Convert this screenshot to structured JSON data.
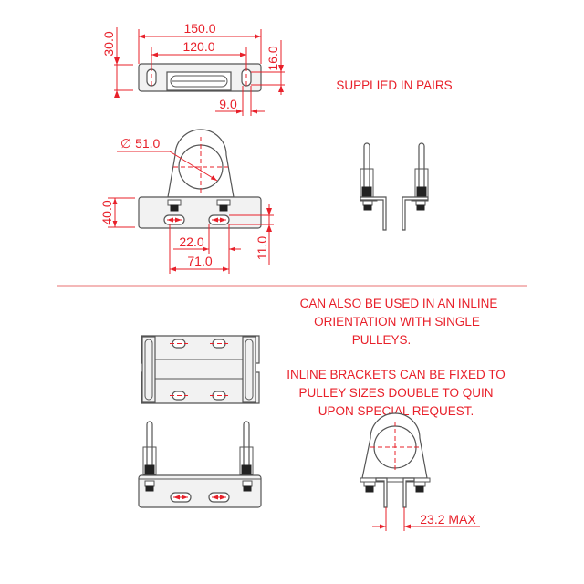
{
  "drawing": {
    "top_view": {
      "dimensions": {
        "overall_width": "150.0",
        "hole_spacing": "120.0",
        "height": "30.0",
        "slot_height": "16.0",
        "edge_offset": "9.0"
      }
    },
    "front_view": {
      "dimensions": {
        "pulley_diameter": "∅ 51.0",
        "plate_height": "40.0",
        "slot_length": "22.0",
        "slot_spacing": "71.0",
        "slot_width": "11.0"
      }
    },
    "side_view": {
      "note": "SUPPLIED IN PAIRS"
    },
    "inline_section": {
      "note_1": [
        "CAN ALSO BE USED IN AN INLINE",
        "ORIENTATION WITH SINGLE",
        "PULLEYS."
      ],
      "note_2": [
        "INLINE BRACKETS CAN BE FIXED TO",
        "PULLEY SIZES DOUBLE TO QUIN",
        "UPON SPECIAL REQUEST."
      ],
      "gap_dimension": "23.2 MAX"
    }
  },
  "colors": {
    "dimension": "#e8202a",
    "outline": "#555555",
    "divider": "#f0a0a0"
  }
}
